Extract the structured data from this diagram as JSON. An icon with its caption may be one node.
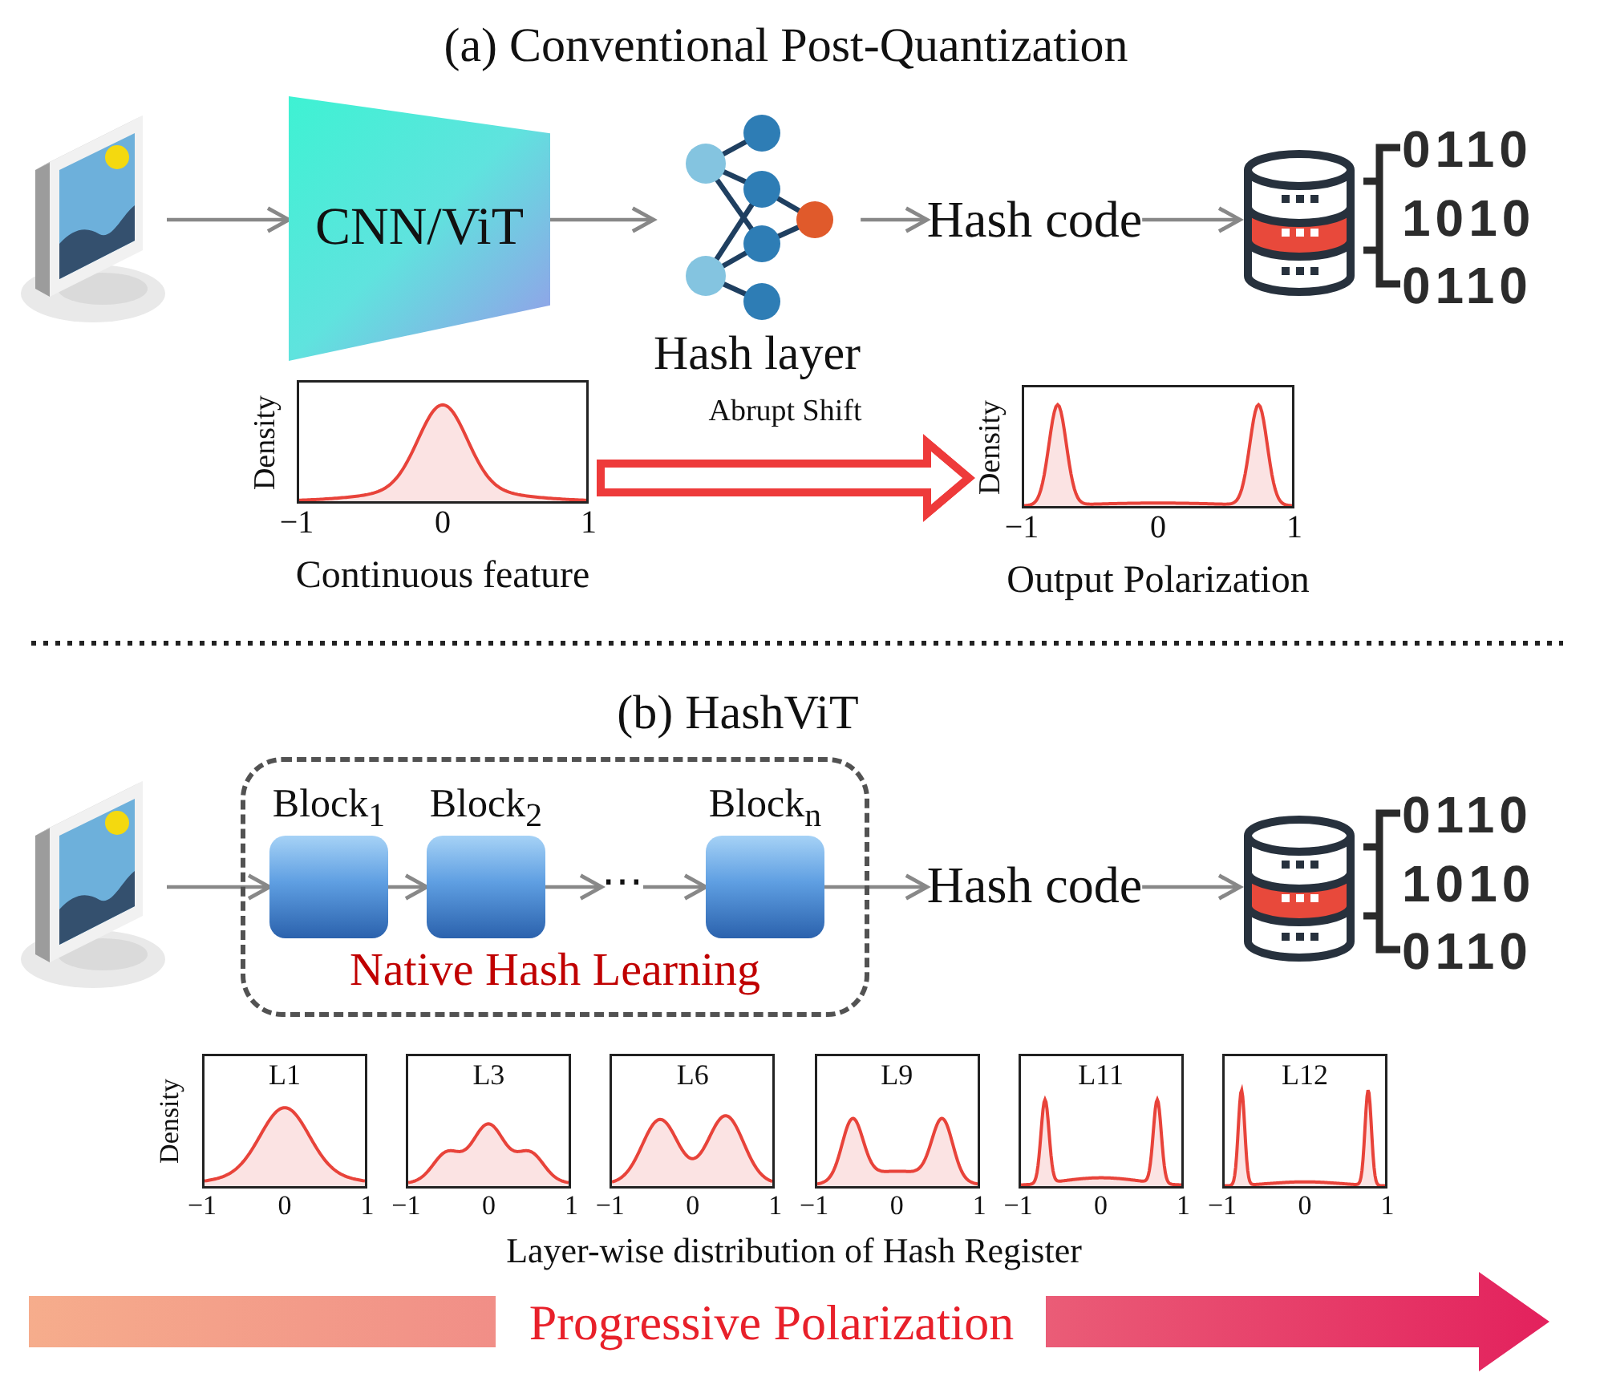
{
  "diagram": {
    "nodes": [
      {
        "text": [],
        "shape": "picture"
      },
      {
        "text": [
          "CNN/ViT"
        ]
      },
      {
        "text": [],
        "shape": "picture",
        "beside": [
          "Hash layer"
        ]
      },
      {
        "text": [
          "Hash code"
        ]
      },
      {
        "text": [],
        "shape": "cylinder",
        "beside": [
          "0110",
          "1010",
          "0110"
        ]
      },
      {
        "text": [
          "Density",
          "−1",
          "0",
          "1"
        ],
        "beside": [
          "Continuous feature"
        ]
      },
      {
        "text": [
          "Density",
          "−1",
          "0",
          "1"
        ],
        "beside": [
          "Output Polarization"
        ]
      },
      {
        "text": [],
        "shape": "picture"
      },
      {
        "text": [
          "Native Hash Learning"
        ]
      },
      {
        "text": [
          "Block$_{1}$"
        ],
        "in": 8
      },
      {
        "text": [
          "Block$_{2}$"
        ],
        "in": 8
      },
      {
        "text": [
          "⋯"
        ],
        "in": 8
      },
      {
        "text": [
          "Block$_{n}$"
        ],
        "in": 8
      },
      {
        "text": [
          "Hash code"
        ]
      },
      {
        "text": [],
        "shape": "cylinder",
        "beside": [
          "0110",
          "1010",
          "0110"
        ]
      },
      {
        "text": [
          "L1",
          "Density",
          "−1",
          "0",
          "1"
        ]
      },
      {
        "text": [
          "L3",
          "−1",
          "0",
          "1"
        ]
      },
      {
        "text": [
          "L6",
          "−1",
          "0",
          "1"
        ]
      },
      {
        "text": [
          "L9",
          "−1",
          "0",
          "1"
        ]
      },
      {
        "text": [
          "L11",
          "−1",
          "0",
          "1"
        ]
      },
      {
        "text": [
          "L12",
          "−1",
          "0",
          "1"
        ]
      }
    ],
    "edges": [
      {
        "from": 0,
        "to": 1,
        "arrow": "to"
      },
      {
        "from": 1,
        "to": 2,
        "arrow": "to"
      },
      {
        "from": 2,
        "to": 3,
        "arrow": "to"
      },
      {
        "from": 3,
        "to": 4,
        "arrow": "to"
      },
      {
        "from": 5,
        "to": 6,
        "arrow": "to",
        "label": "Abrupt Shift",
        "style": "thick",
        "color": "#ee3a3a"
      },
      {
        "from": 7,
        "to": 9,
        "arrow": "to"
      },
      {
        "from": 9,
        "to": 10,
        "arrow": "to"
      },
      {
        "from": 10,
        "to": 11,
        "arrow": "to"
      },
      {
        "from": 11,
        "to": 12,
        "arrow": "to"
      },
      {
        "from": 12,
        "to": 13,
        "arrow": "to"
      },
      {
        "from": 13,
        "to": 14,
        "arrow": "to"
      }
    ],
    "labels": [
      "(a) Conventional Post-Quantization",
      "(b) HashViT",
      "Layer-wise distribution of Hash Register",
      "Progressive Polarization"
    ]
  }
}
